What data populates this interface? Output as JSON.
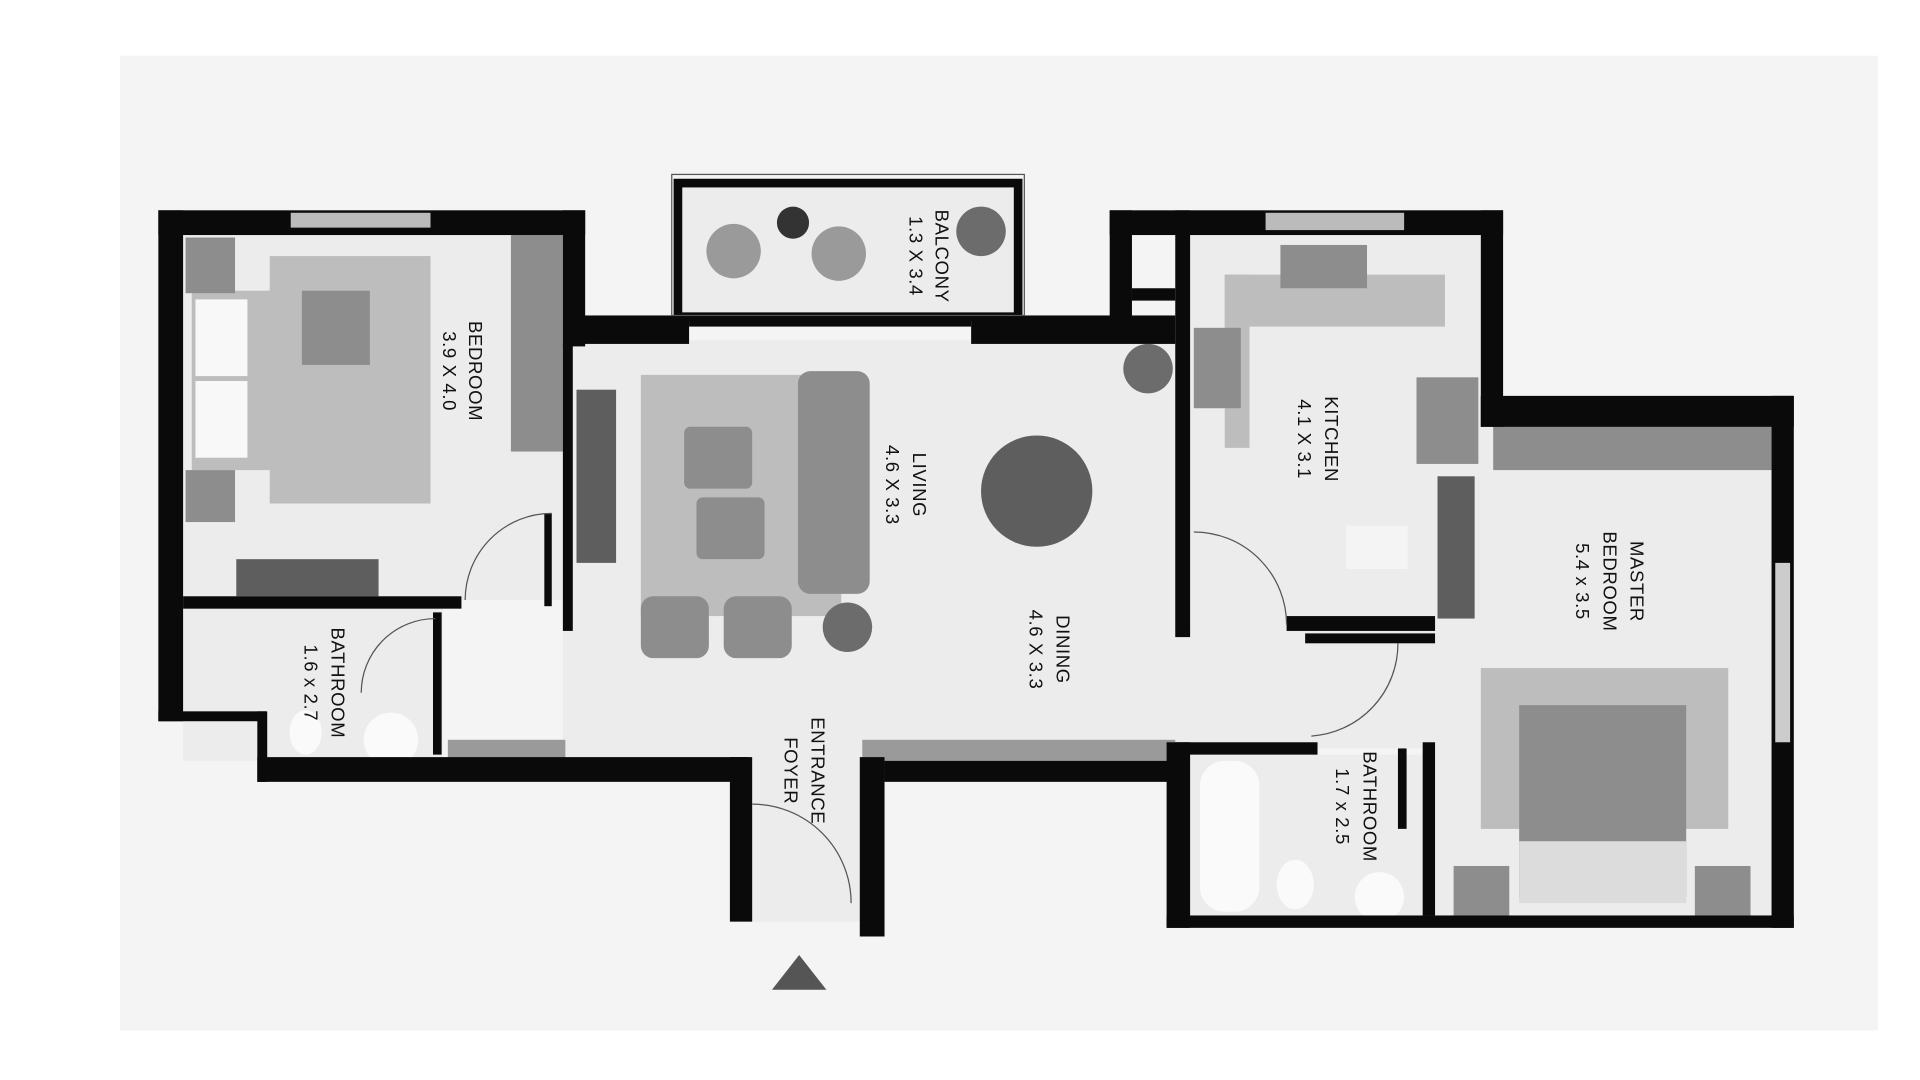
{
  "rooms": {
    "bedroom": {
      "name": "BEDROOM",
      "size": "3.9 X 4.0"
    },
    "balcony": {
      "name": "BALCONY",
      "size": "1.3 X 3.4"
    },
    "living": {
      "name": "LIVING",
      "size": "4.6 X 3.3"
    },
    "kitchen": {
      "name": "KITCHEN",
      "size": "4.1 X 3.1"
    },
    "master_bedroom": {
      "name_line1": "MASTER",
      "name_line2": "BEDROOM",
      "size": "5.4 x 3.5"
    },
    "bathroom1": {
      "name": "BATHROOM",
      "size": "1.6 x 2.7"
    },
    "dining": {
      "name": "DINING",
      "size": "4.6 X 3.3"
    },
    "foyer": {
      "name_line1": "ENTRANCE",
      "name_line2": "FOYER"
    },
    "bathroom2": {
      "name": "BATHROOM",
      "size": "1.7 x 2.5"
    }
  },
  "entrance_marker": "triangle-up-icon",
  "colors": {
    "wall": "#0a0a0a",
    "floor": "#ececec",
    "panel": "#f4f4f4",
    "marker": "#555555"
  }
}
